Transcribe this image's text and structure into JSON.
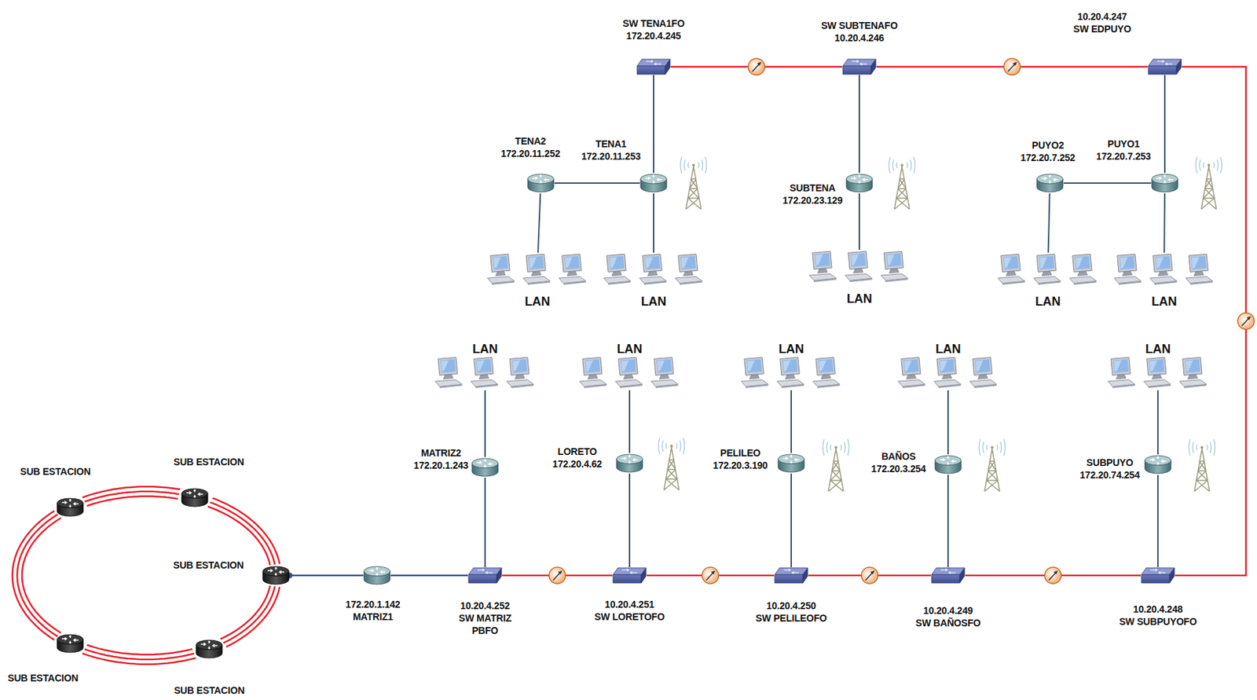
{
  "diagram": {
    "nodes": [
      {
        "text": [
          "SW TENA1FO",
          "172.20.4.245"
        ]
      },
      {
        "text": [
          "SW SUBTENAFO",
          "10.20.4.246"
        ]
      },
      {
        "text": [
          "10.20.4.247",
          "SW EDPUYO"
        ]
      },
      {
        "text": [
          "TENA2",
          "172.20.11.252"
        ]
      },
      {
        "text": [
          "TENA1",
          "172.20.11.253"
        ]
      },
      {
        "text": [
          "SUBTENA",
          "172.20.23.129"
        ]
      },
      {
        "text": [
          "PUYO2",
          "172.20.7.252"
        ]
      },
      {
        "text": [
          "PUYO1",
          "172.20.7.253"
        ]
      },
      {
        "text": [
          "LAN"
        ]
      },
      {
        "text": [
          "LAN"
        ]
      },
      {
        "text": [
          "LAN"
        ]
      },
      {
        "text": [
          "LAN"
        ]
      },
      {
        "text": [
          "LAN"
        ]
      },
      {
        "text": [
          "LAN"
        ]
      },
      {
        "text": [
          "LAN"
        ]
      },
      {
        "text": [
          "LAN"
        ]
      },
      {
        "text": [
          "LAN"
        ]
      },
      {
        "text": [
          "LAN"
        ]
      },
      {
        "text": [
          "MATRIZ2",
          "172.20.1.243"
        ]
      },
      {
        "text": [
          "LORETO",
          "172.20.4.62"
        ]
      },
      {
        "text": [
          "PELILEO",
          "172.20.3.190"
        ]
      },
      {
        "text": [
          "BAÑOS",
          "172.20.3.254"
        ]
      },
      {
        "text": [
          "SUBPUYO",
          "172.20.74.254"
        ]
      },
      {
        "text": [
          "10.20.4.252",
          "SW MATRIZ PBFO"
        ]
      },
      {
        "text": [
          "10.20.4.251",
          "SW LORETOFO"
        ]
      },
      {
        "text": [
          "10.20.4.250",
          "SW PELILEOFO"
        ]
      },
      {
        "text": [
          "10.20.4.249",
          "SW BAÑOSFO"
        ]
      },
      {
        "text": [
          "10.20.4.248",
          "SW SUBPUYOFO"
        ]
      },
      {
        "text": [
          "172.20.1.142",
          "MATRIZ1"
        ]
      },
      {
        "text": [
          "SUB ESTACION"
        ]
      },
      {
        "text": [
          "SUB ESTACION"
        ]
      },
      {
        "text": [
          "SUB ESTACION"
        ]
      },
      {
        "text": [
          "SUB ESTACION"
        ]
      },
      {
        "text": [
          "SUB ESTACION"
        ]
      }
    ],
    "edges": [
      {
        "from": 0,
        "to": 1,
        "arrow": "none"
      },
      {
        "from": 1,
        "to": 2,
        "arrow": "none"
      },
      {
        "from": 2,
        "to": 27,
        "arrow": "none"
      },
      {
        "from": 23,
        "to": 24,
        "arrow": "none"
      },
      {
        "from": 24,
        "to": 25,
        "arrow": "none"
      },
      {
        "from": 25,
        "to": 26,
        "arrow": "none"
      },
      {
        "from": 26,
        "to": 27,
        "arrow": "none"
      },
      {
        "from": 28,
        "to": 23,
        "arrow": "none"
      },
      {
        "from": 31,
        "to": 28,
        "arrow": "none"
      },
      {
        "from": 0,
        "to": 4,
        "arrow": "none"
      },
      {
        "from": 3,
        "to": 4,
        "arrow": "none"
      },
      {
        "from": 1,
        "to": 5,
        "arrow": "none"
      },
      {
        "from": 2,
        "to": 7,
        "arrow": "none"
      },
      {
        "from": 6,
        "to": 7,
        "arrow": "none"
      },
      {
        "from": 3,
        "to": 8,
        "arrow": "none"
      },
      {
        "from": 4,
        "to": 9,
        "arrow": "none"
      },
      {
        "from": 5,
        "to": 10,
        "arrow": "none"
      },
      {
        "from": 6,
        "to": 11,
        "arrow": "none"
      },
      {
        "from": 7,
        "to": 12,
        "arrow": "none"
      },
      {
        "from": 13,
        "to": 18,
        "arrow": "none"
      },
      {
        "from": 14,
        "to": 19,
        "arrow": "none"
      },
      {
        "from": 15,
        "to": 20,
        "arrow": "none"
      },
      {
        "from": 16,
        "to": 21,
        "arrow": "none"
      },
      {
        "from": 17,
        "to": 22,
        "arrow": "none"
      },
      {
        "from": 18,
        "to": 23,
        "arrow": "none"
      },
      {
        "from": 19,
        "to": 24,
        "arrow": "none"
      },
      {
        "from": 20,
        "to": 25,
        "arrow": "none"
      },
      {
        "from": 21,
        "to": 26,
        "arrow": "none"
      },
      {
        "from": 22,
        "to": 27,
        "arrow": "none"
      },
      {
        "from": 29,
        "to": 30,
        "arrow": "none"
      },
      {
        "from": 30,
        "to": 31,
        "arrow": "none"
      },
      {
        "from": 31,
        "to": 33,
        "arrow": "none"
      },
      {
        "from": 33,
        "to": 32,
        "arrow": "none"
      },
      {
        "from": 32,
        "to": 29,
        "arrow": "none"
      }
    ]
  }
}
